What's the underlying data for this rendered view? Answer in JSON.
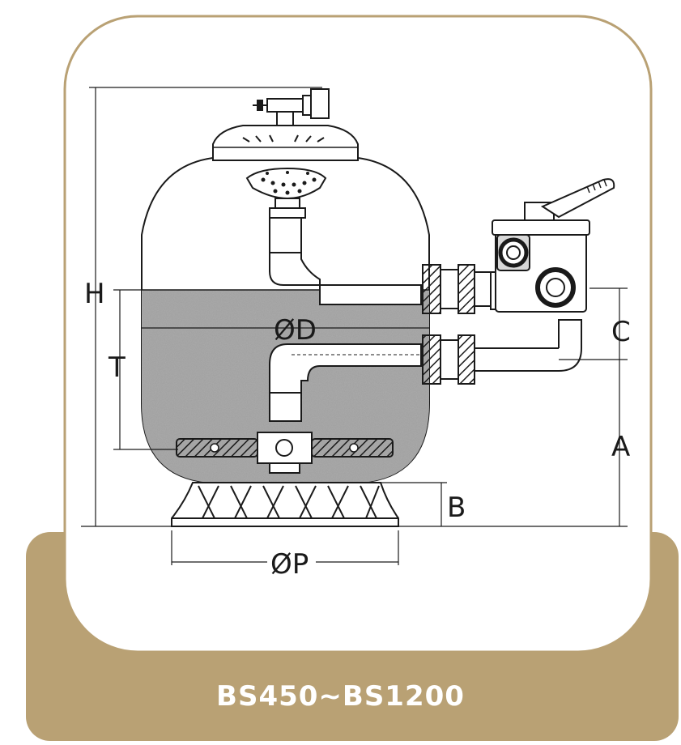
{
  "model_label": "BS450~BS1200",
  "dimension_labels": {
    "H": "H",
    "T": "T",
    "D": "ØD",
    "C": "C",
    "A": "A",
    "B": "B",
    "P": "ØP"
  },
  "colors": {
    "frame_gold": "#b9a174",
    "line": "#1a1a1a",
    "media": "#9a9a9a",
    "text_white": "#ffffff"
  }
}
